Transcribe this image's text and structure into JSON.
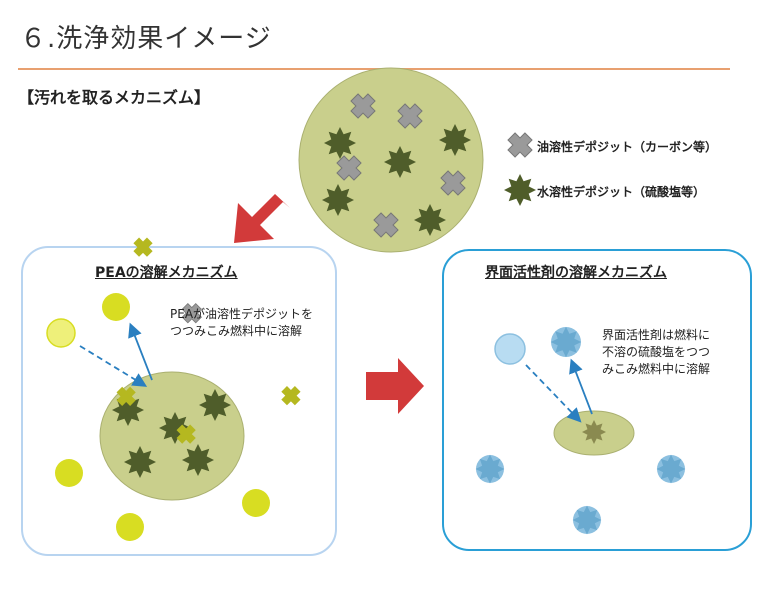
{
  "header": {
    "title": "６.洗浄効果イメージ"
  },
  "section": {
    "heading": "【汚れを取るメカニズム】"
  },
  "legend": {
    "oil_label": "油溶性デポジット（カーボン等）",
    "water_label": "水溶性デポジット（硫酸塩等）"
  },
  "panels": {
    "pea": {
      "title": "PEAの溶解メカニズム",
      "note_lines": [
        "PEAが油溶性デポジットを",
        "つつみこみ燃料中に溶解"
      ]
    },
    "surfactant": {
      "title": "界面活性剤の溶解メカニズム",
      "note_lines": [
        "界面活性剤は燃料に",
        "不溶の硫酸塩をつつ",
        "みこみ燃料中に溶解"
      ]
    }
  },
  "colors": {
    "droplet": "#c9cf8c",
    "oil_deposit": "#9a9a9a",
    "water_deposit": "#4f5d2a",
    "pea_molecule": "#d8dd22",
    "surfactant_molecule": "#8cc0e0",
    "arrow_red": "#d23a3a",
    "panel_border_left": "#b8d4f0",
    "panel_border_right": "#2a9fd6"
  }
}
